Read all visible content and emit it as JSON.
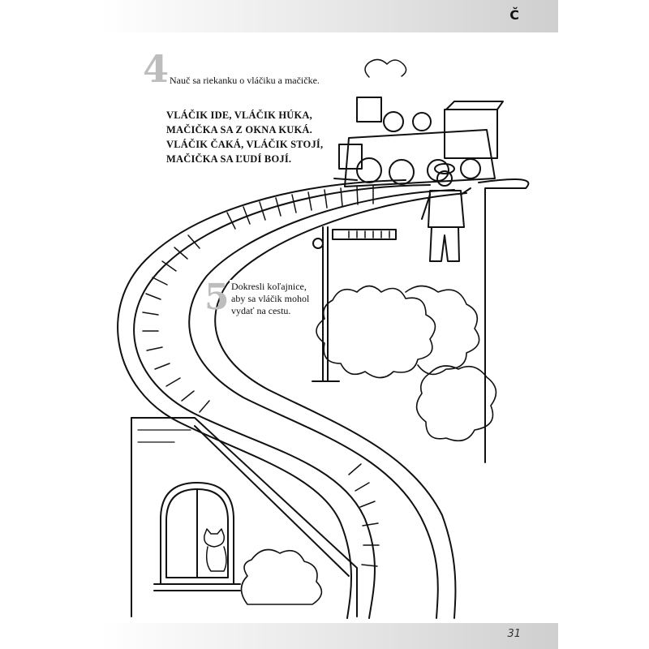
{
  "header": {
    "letter": "Č"
  },
  "task4": {
    "number": "4",
    "instruction": "Nauč sa riekanku o vláčiku a mačičke.",
    "rhyme": [
      "VLÁČIK IDE, VLÁČIK HÚKA,",
      "MAČIČKA SA Z OKNA KUKÁ.",
      "VLÁČIK ČAKÁ, VLÁČIK STOJÍ,",
      "MAČIČKA SA ĽUDÍ BOJÍ."
    ]
  },
  "task5": {
    "number": "5",
    "lines": [
      "Dokresli koľajnice,",
      "aby sa vláčik mohol",
      "vydať na cestu."
    ]
  },
  "footer": {
    "page_number": "31"
  },
  "illustration": {
    "icons": [
      "steam-locomotive-icon",
      "railway-worker-icon",
      "railway-signal-icon",
      "bush-icon",
      "house-with-cat-icon",
      "cat-icon",
      "railway-track-icon"
    ],
    "style": "black line art"
  }
}
